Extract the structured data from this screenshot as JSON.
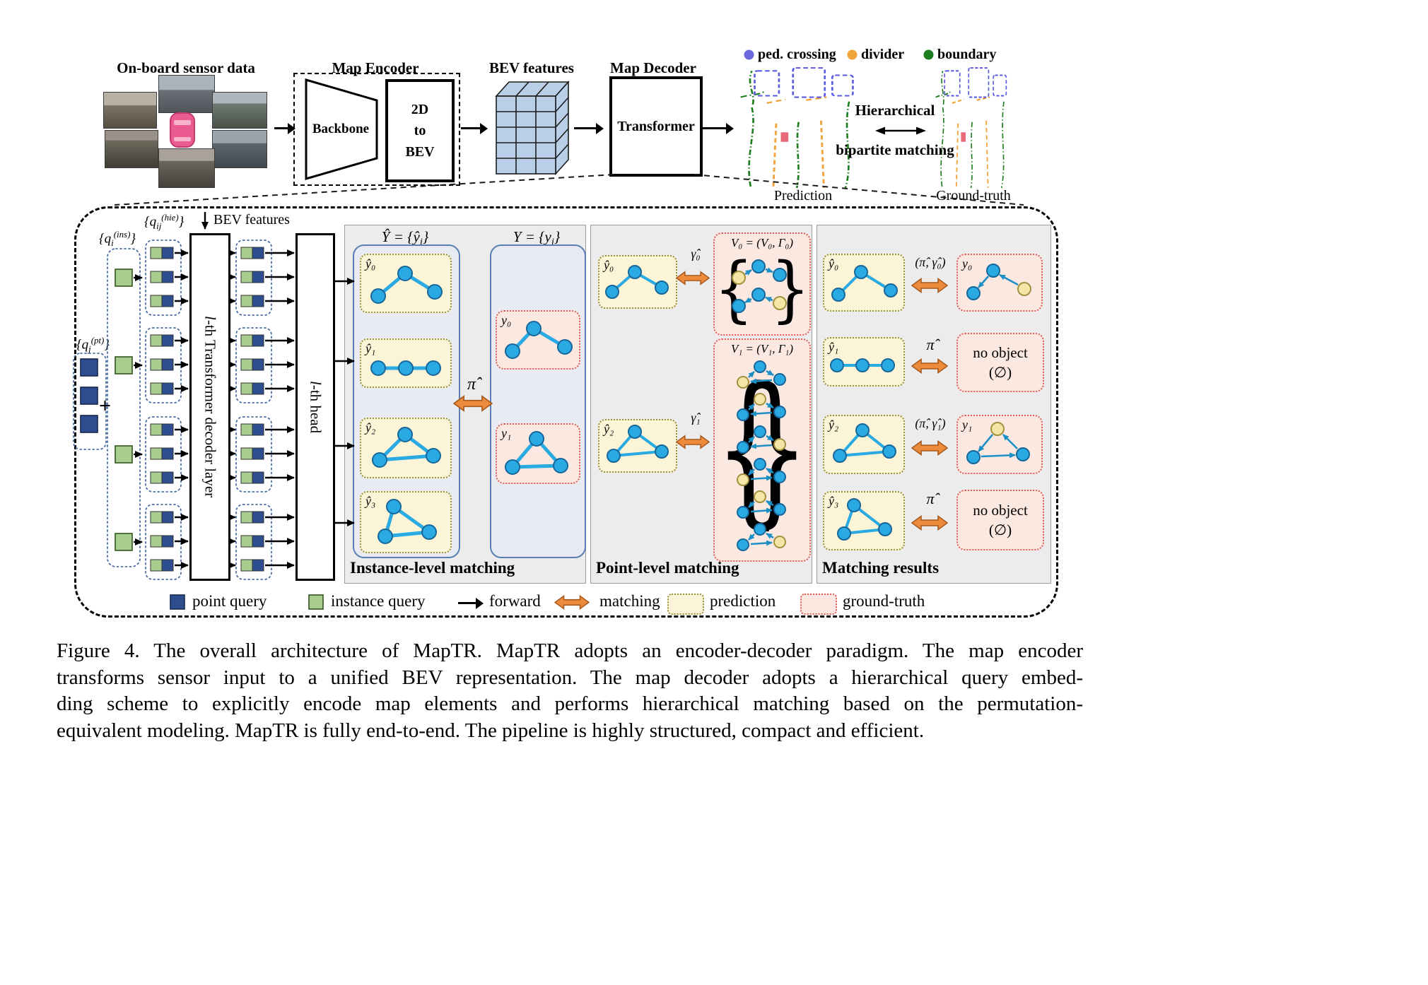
{
  "top": {
    "sensor_label": "On-board sensor data",
    "encoder": {
      "title": "Map Encoder",
      "backbone": "Backbone",
      "to_bev_lines": [
        "2D",
        "to",
        "BEV"
      ]
    },
    "bev_features": "BEV features",
    "decoder_title": "Map Decoder",
    "transformer": "Transformer",
    "legend": [
      {
        "label": "ped. crossing",
        "color": "#6a6ade"
      },
      {
        "label": "divider",
        "color": "#f0a43c"
      },
      {
        "label": "boundary",
        "color": "#1e7d1e"
      }
    ],
    "matching_line1": "Hierarchical",
    "matching_line2": "bipartite matching",
    "prediction_label": "Prediction",
    "ground_truth_label": "Ground-truth"
  },
  "detail": {
    "q_hie": {
      "pre": "{q",
      "sub": "ij",
      "sup": "(hie)",
      "post": "}"
    },
    "q_ins": {
      "pre": "{q",
      "sub": "i",
      "sup": "(ins)",
      "post": "}"
    },
    "q_pt": {
      "pre": "{q",
      "sub": "j",
      "sup": "(pt)",
      "post": "}"
    },
    "plus": "+",
    "bev_features": "BEV features",
    "decoder_layer": {
      "l": "l",
      "rest": "-th Transformer decoder layer"
    },
    "head": {
      "l": "l",
      "rest": "-th head"
    },
    "instance": {
      "title": "Instance-level matching",
      "pred_set": {
        "pre": "Ŷ = {ŷ",
        "sub": "i",
        "post": "}"
      },
      "gt_set": {
        "pre": "Y = {y",
        "sub": "i",
        "post": "}"
      },
      "pi_hat": "π̂",
      "yhat": [
        "ŷ₀",
        "ŷ₁",
        "ŷ₂",
        "ŷ₃"
      ],
      "y": [
        "y₀",
        "y₁"
      ]
    },
    "point": {
      "title": "Point-level matching",
      "v0": "V₀ = (V₀, Γ₀)",
      "v1": "V₁ = (V₁, Γ₁)",
      "gamma0": "γ̂₀",
      "gamma1": "γ̂₁",
      "yhat0": "ŷ₀",
      "yhat2": "ŷ₂",
      "brace_open": "{",
      "brace_close": "}"
    },
    "results": {
      "title": "Matching results",
      "rows": [
        {
          "pred": "ŷ₀",
          "map": "(π̂, γ̂₀)",
          "gt": "y₀"
        },
        {
          "pred": "ŷ₁",
          "map": "π̂",
          "gt": "no object",
          "gt2": "(∅)"
        },
        {
          "pred": "ŷ₂",
          "map": "(π̂, γ̂₁)",
          "gt": "y₁"
        },
        {
          "pred": "ŷ₃",
          "map": "π̂",
          "gt": "no object",
          "gt2": "(∅)"
        }
      ]
    },
    "legend": {
      "point_query": "point query",
      "instance_query": "instance query",
      "forward": "forward",
      "matching": "matching",
      "prediction": "prediction",
      "ground_truth": "ground-truth"
    }
  },
  "caption": {
    "lines": [
      "Figure 4. The overall architecture of MapTR. MapTR adopts an encoder-decoder paradigm. The map encoder",
      "transforms sensor input to a unified BEV representation. The map decoder adopts a hierarchical query embed-",
      "ding scheme to explicitly encode map elements and performs hierarchical matching based on the permutation-",
      "equivalent modeling. MapTR is fully end-to-end. The pipeline is highly structured, compact and efficient."
    ]
  },
  "colors": {
    "point_query": "#2e4d8e",
    "instance_query": "#a9cc8f",
    "node_blue": "#2aaae2",
    "node_yellow": "#f4e6a6",
    "matching_orange": "#ec8b3b",
    "prediction_fill": "#fcf4d6",
    "ground_truth_fill": "#fbe9e1",
    "ped_crossing": "#6a6ade",
    "divider": "#f0a43c",
    "boundary": "#1e7d1e",
    "bev_cube": "#b9cfe8",
    "ego_car": "#ea5b8f"
  }
}
